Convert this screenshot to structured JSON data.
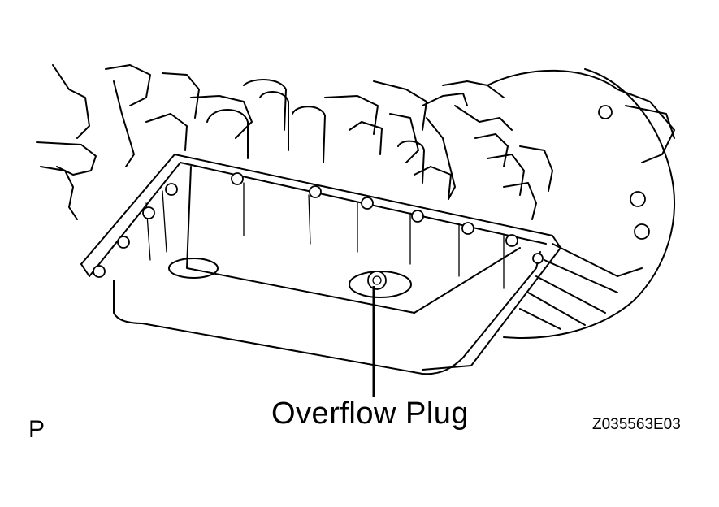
{
  "figure": {
    "callout": "Overflow Plug",
    "view_letter": "P",
    "figure_code": "Z035563E03"
  },
  "icons": [
    "transmission-assembly-drawing",
    "oil-pan",
    "overflow-plug",
    "leader-line"
  ]
}
